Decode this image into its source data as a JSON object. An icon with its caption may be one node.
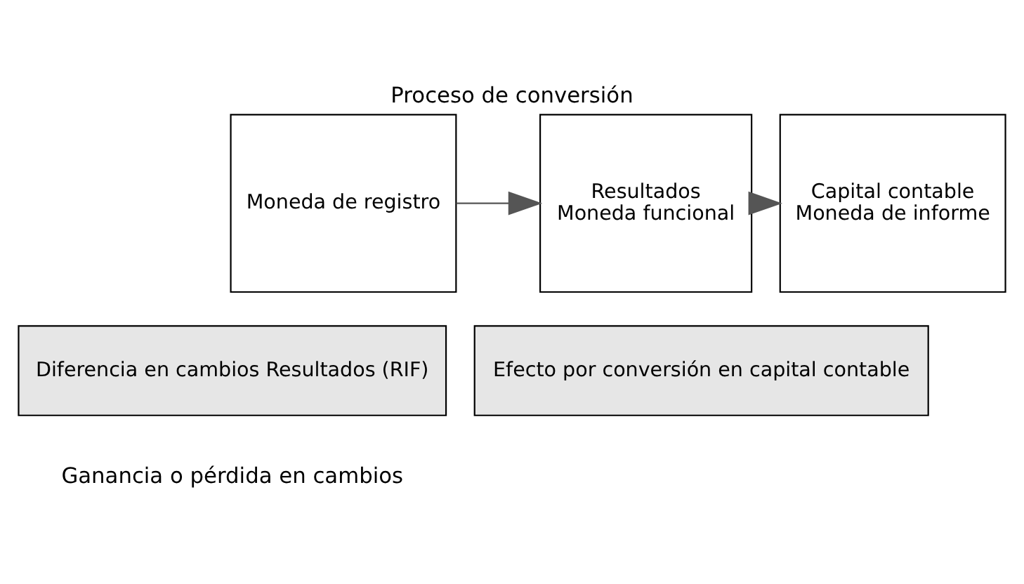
{
  "diagram": {
    "title": "Proceso de conversión",
    "caption": "Ganancia o pérdida en cambios",
    "nodes": [
      {
        "text": [
          "Moneda de registro"
        ]
      },
      {
        "text": [
          "Resultados",
          "Moneda funcional"
        ]
      },
      {
        "text": [
          "Capital contable",
          "Moneda de informe"
        ]
      },
      {
        "text": [
          "Diferencia en cambios Resultados (RIF)"
        ]
      },
      {
        "text": [
          "Efecto por conversión en capital contable"
        ]
      }
    ],
    "edges": [
      {
        "from": 0,
        "to": 1,
        "arrow": "to"
      },
      {
        "from": 1,
        "to": 2,
        "arrow": "to"
      }
    ]
  }
}
